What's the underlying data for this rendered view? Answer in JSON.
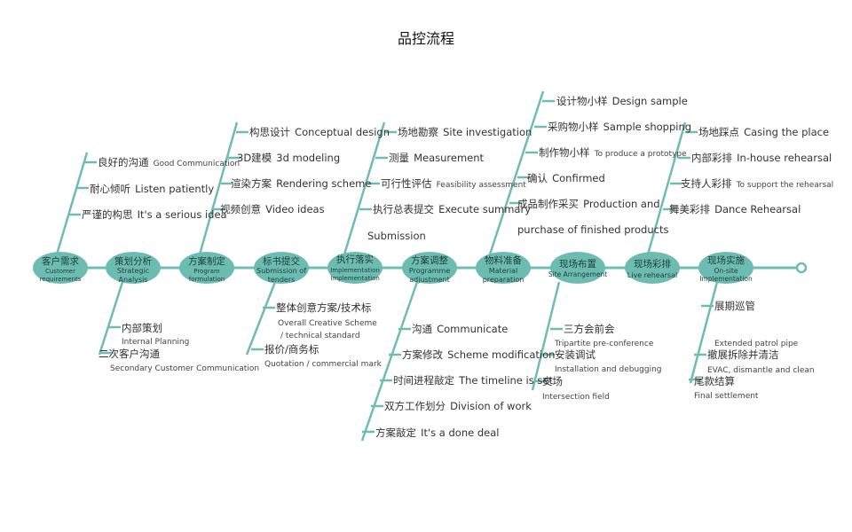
{
  "title": "品控流程",
  "colors": {
    "line": "#6fbcb4",
    "node": "#6cbcb2",
    "nodeText": "#1f3f3d"
  },
  "stages": [
    {
      "zh": "客户需求",
      "en": [
        "Customer",
        "requirements"
      ]
    },
    {
      "zh": "策划分析",
      "en": [
        "Strategic",
        "Analysis"
      ]
    },
    {
      "zh": "方案制定",
      "en": [
        "Program",
        "formulation"
      ]
    },
    {
      "zh": "标书提交",
      "en": [
        "Submission of",
        "tenders"
      ]
    },
    {
      "zh": "执行落实",
      "en": [
        "Implementation",
        "Implementation"
      ]
    },
    {
      "zh": "方案调整",
      "en": [
        "Programme",
        "adjustment"
      ]
    },
    {
      "zh": "物料准备",
      "en": [
        "Material",
        "preparation"
      ]
    },
    {
      "zh": "现场布置",
      "en": [
        "Site Arrangement"
      ]
    },
    {
      "zh": "现场彩排",
      "en": [
        "Live rehearsal"
      ]
    },
    {
      "zh": "现场实施",
      "en": [
        "On-site",
        "Implementation"
      ]
    }
  ],
  "branches": {
    "s0_up": [
      "良好的沟通",
      "Good Communication",
      "耐心倾听",
      "Listen patiently",
      "严谨的构思",
      "It's a serious idea"
    ],
    "s1_down": [
      "内部策划",
      "Internal Planning",
      "二次客户沟通",
      "Secondary Customer Communication"
    ],
    "s2_up": [
      "构思设计",
      "Conceptual design",
      "3D建模",
      "3d modeling",
      "渲染方案",
      "Rendering scheme",
      "视频创意",
      "Video ideas"
    ],
    "s3_down": [
      "整体创意方案/技术标",
      "Overall Creative Scheme",
      "/ technical standard",
      "报价/商务标",
      "Quotation / commercial mark"
    ],
    "s4_up": [
      "场地勘察",
      "Site investigation",
      "测量",
      "Measurement",
      "可行性评估",
      "Feasibility assessment",
      "执行总表提交",
      "Execute summary",
      "Submission"
    ],
    "s5_down": [
      "沟通",
      "Communicate",
      "方案修改",
      "Scheme modification",
      "时间进程敲定",
      "The timeline is set",
      "双方工作划分",
      "Division of work",
      "方案敲定",
      "It's a done deal"
    ],
    "s6_up": [
      "设计物小样",
      "Design sample",
      "采购物小样",
      "Sample shopping",
      "制作物小样",
      "To produce a prototype",
      "确认",
      "Confirmed",
      "成品制作采买",
      "Production and",
      "purchase of finished products"
    ],
    "s7_down": [
      "三方会前会",
      "Tripartite pre-conference",
      "安装调试",
      "Installation and debugging",
      "交场",
      "Intersection field"
    ],
    "s8_up": [
      "场地踩点",
      "Casing the place",
      "内部彩排",
      "In-house rehearsal",
      "支持人彩排",
      "To support the rehearsal",
      "舞美彩排",
      "Dance Rehearsal"
    ],
    "s9_down": [
      "展期巡管",
      "Extended patrol pipe",
      "撤展拆除并清洁",
      "EVAC, dismantle and clean",
      "尾款结算",
      "Final settlement"
    ]
  }
}
